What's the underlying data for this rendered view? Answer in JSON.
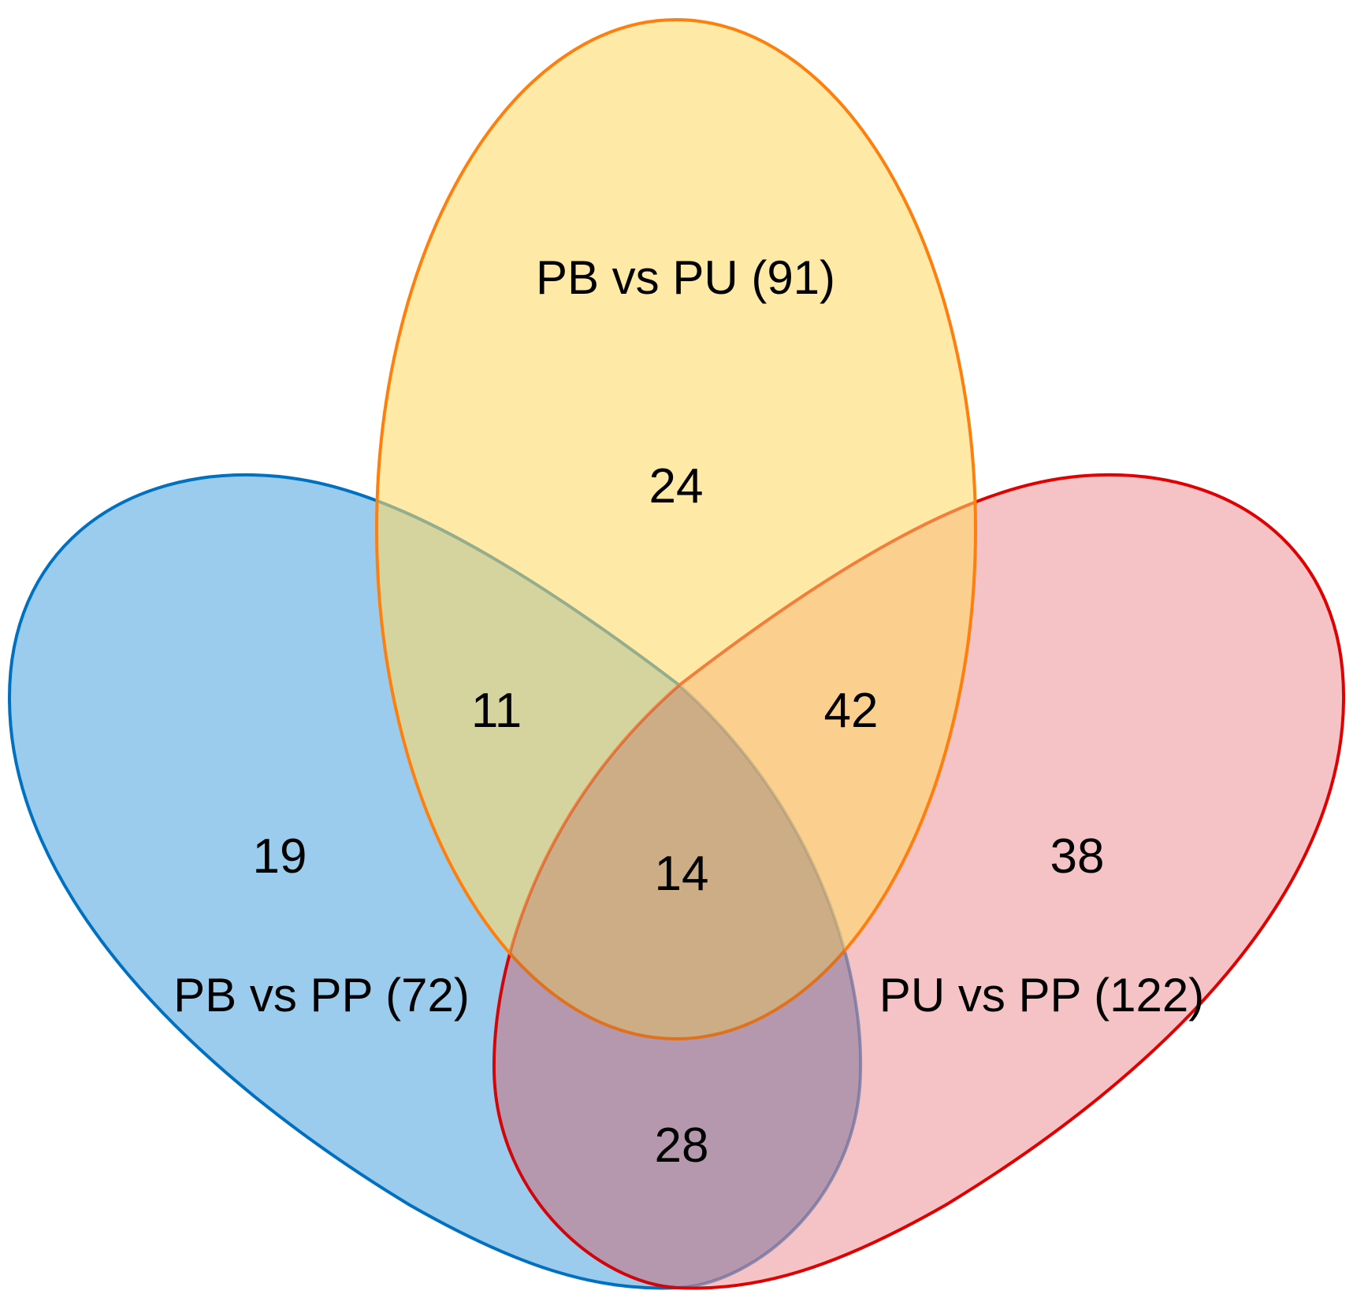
{
  "sets": [
    {
      "id": "blue",
      "label": "PB vs PP (72)",
      "fill": "#5dade2",
      "stroke": "#0070c0"
    },
    {
      "id": "yellow",
      "label": "PB vs PU (91)",
      "fill": "#ffd966",
      "stroke": "#ff7f0e"
    },
    {
      "id": "pink",
      "label": "PU vs PP (122)",
      "fill": "#ee9a9f",
      "stroke": "#e00000"
    }
  ],
  "regions": {
    "yellow_only": "24",
    "blue_yellow": "11",
    "yellow_pink": "42",
    "blue_only": "19",
    "all_three": "14",
    "pink_only": "38",
    "blue_pink": "28"
  }
}
